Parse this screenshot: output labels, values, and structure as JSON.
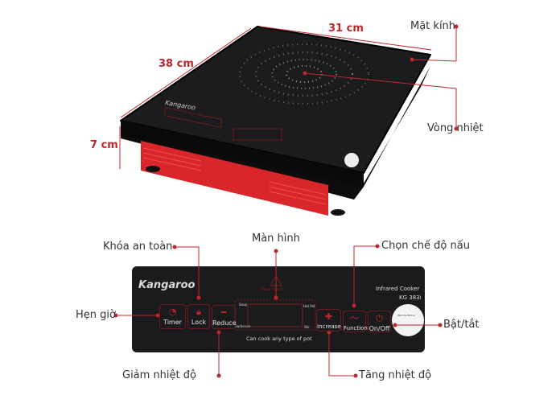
{
  "dimensions": {
    "width": "31 cm",
    "depth": "38 cm",
    "height": "7 cm"
  },
  "callouts": {
    "glass": "Mặt kính",
    "heating_ring": "Vòng nhiệt",
    "safety_lock": "Khóa an toàn",
    "display": "Màn hình",
    "mode_select": "Chọn chế độ nấu",
    "timer": "Hẹn giờ",
    "power": "Bật/tắt",
    "decrease_temp": "Giảm nhiệt độ",
    "increase_temp": "Tăng nhiệt độ"
  },
  "panel": {
    "brand": "Kangaroo",
    "model_line1": "Infrared  Cooker",
    "model_line2": "KG 383i",
    "heat_warning": "Heat Warm",
    "buttons": {
      "timer": "Timer",
      "lock": "Lock",
      "reduce": "Reduce",
      "increase": "Increase",
      "function": "Function",
      "onoff": "On/Off"
    },
    "modes": {
      "soup": "Soup",
      "hotpot": "Hot Pot",
      "barbecue": "Barbecue",
      "stir": "Stir"
    },
    "caption": "Can cook any type of pot",
    "sticker": "Warmly Notice"
  },
  "colors": {
    "accent": "#c0272d",
    "panel": "#1b1b1d",
    "drawer": "#d8262b"
  }
}
